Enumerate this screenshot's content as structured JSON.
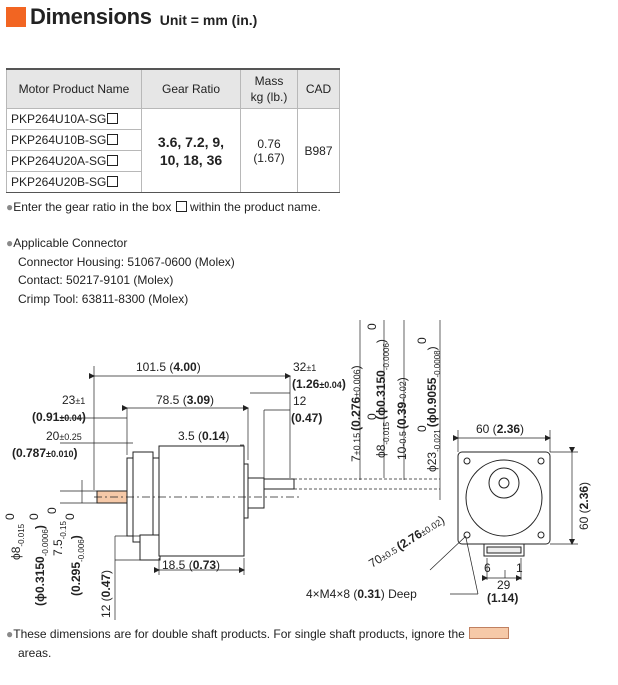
{
  "header": {
    "title": "Dimensions",
    "unit": "Unit = mm (in.)",
    "accent": "#f26522"
  },
  "table": {
    "headers": {
      "product": "Motor Product Name",
      "gear": "Gear Ratio",
      "mass_1": "Mass",
      "mass_2": "kg (lb.)",
      "cad": "CAD"
    },
    "products": [
      "PKP264U10A-SG",
      "PKP264U10B-SG",
      "PKP264U20A-SG",
      "PKP264U20B-SG"
    ],
    "gear_line1": "3.6, 7.2, 9,",
    "gear_line2": "10, 18, 36",
    "mass_kg": "0.76",
    "mass_lb": "(1.67)",
    "cad": "B987"
  },
  "notes": {
    "gear_note_a": "Enter the gear ratio in the box",
    "gear_note_b": "within the product name.",
    "connector_title": "Applicable Connector",
    "connector_housing": "Connector Housing: 51067-0600 (Molex)",
    "contact": "Contact: 50217-9101 (Molex)",
    "crimp": "Crimp Tool: 63811-8300 (Molex)",
    "bottom_a": "These dimensions are for double shaft products. For single shaft products, ignore the",
    "bottom_b": "areas."
  },
  "dims": {
    "d101": "101.5 (",
    "d101b": "4.00",
    "d101c": ")",
    "d78": "78.5 (",
    "d78b": "3.09",
    "d78c": ")",
    "d32": "32",
    "d32t": "±1",
    "d32in": "(1.26",
    "d32int": "±0.04",
    "d32c": ")",
    "d12": "12",
    "d12in": "(0.47)",
    "d23": "23",
    "d23t": "±1",
    "d23in": "(0.91",
    "d23int": "±0.04",
    "d23c": ")",
    "d20": "20",
    "d20t": "±0.25",
    "d20in": "(0.787",
    "d20int": "±0.010",
    "d20c": ")",
    "d35": "3.5 (",
    "d35b": "0.14",
    "d35c": ")",
    "d185": "18.5 (",
    "d185b": "0.73",
    "d185c": ")",
    "d12v": "12 (",
    "d12vb": "0.47",
    "d12vc": ")",
    "dphi8": "ϕ8",
    "dphi8t": "-0.015",
    "dphi8z": "0",
    "dphi8in": "(ϕ0.3150",
    "dphi8int": "-0.0006",
    "dphi8inz": "0",
    "dphi8c": ")",
    "d75": "7.5",
    "d75t": "-0.15",
    "d75z": "0",
    "d75in": "(0.295",
    "d75int": "-0.006",
    "d75inz": "0",
    "d75c": ")",
    "v7": "7",
    "v7t": "±0.15",
    "v7in": "(0.276",
    "v7int": "±0.006",
    "v7c": ")",
    "v8": "ϕ8",
    "v8t": "-0.015",
    "v8z": "0",
    "v8in": "(ϕ0.3150",
    "v8int": "-0.0006",
    "v8inz": "0",
    "v8c": ")",
    "v10": "10",
    "v10t": "-0.5",
    "v10in": "(0.39",
    "v10int": "-0.02",
    "v10c": ")",
    "v23": "ϕ23",
    "v23t": "-0.021",
    "v23z": "0",
    "v23in": "(ϕ0.9055",
    "v23int": "-0.0008",
    "v23inz": "0",
    "v23c": ")",
    "d60": "60 (",
    "d60b": "2.36",
    "d60c": ")",
    "d60v": "60 (",
    "d60vb": "2.36",
    "d60vc": ")",
    "d70": "70",
    "d70t": "±0.5",
    "d70in": "(2.76",
    "d70int": "±0.02",
    "d70c": ")",
    "d6": "6",
    "d1": "1",
    "d29": "29",
    "d29in": "(1.14)",
    "m4": "4×M4×8 (",
    "m4b": "0.31",
    "m4c": ") Deep"
  }
}
